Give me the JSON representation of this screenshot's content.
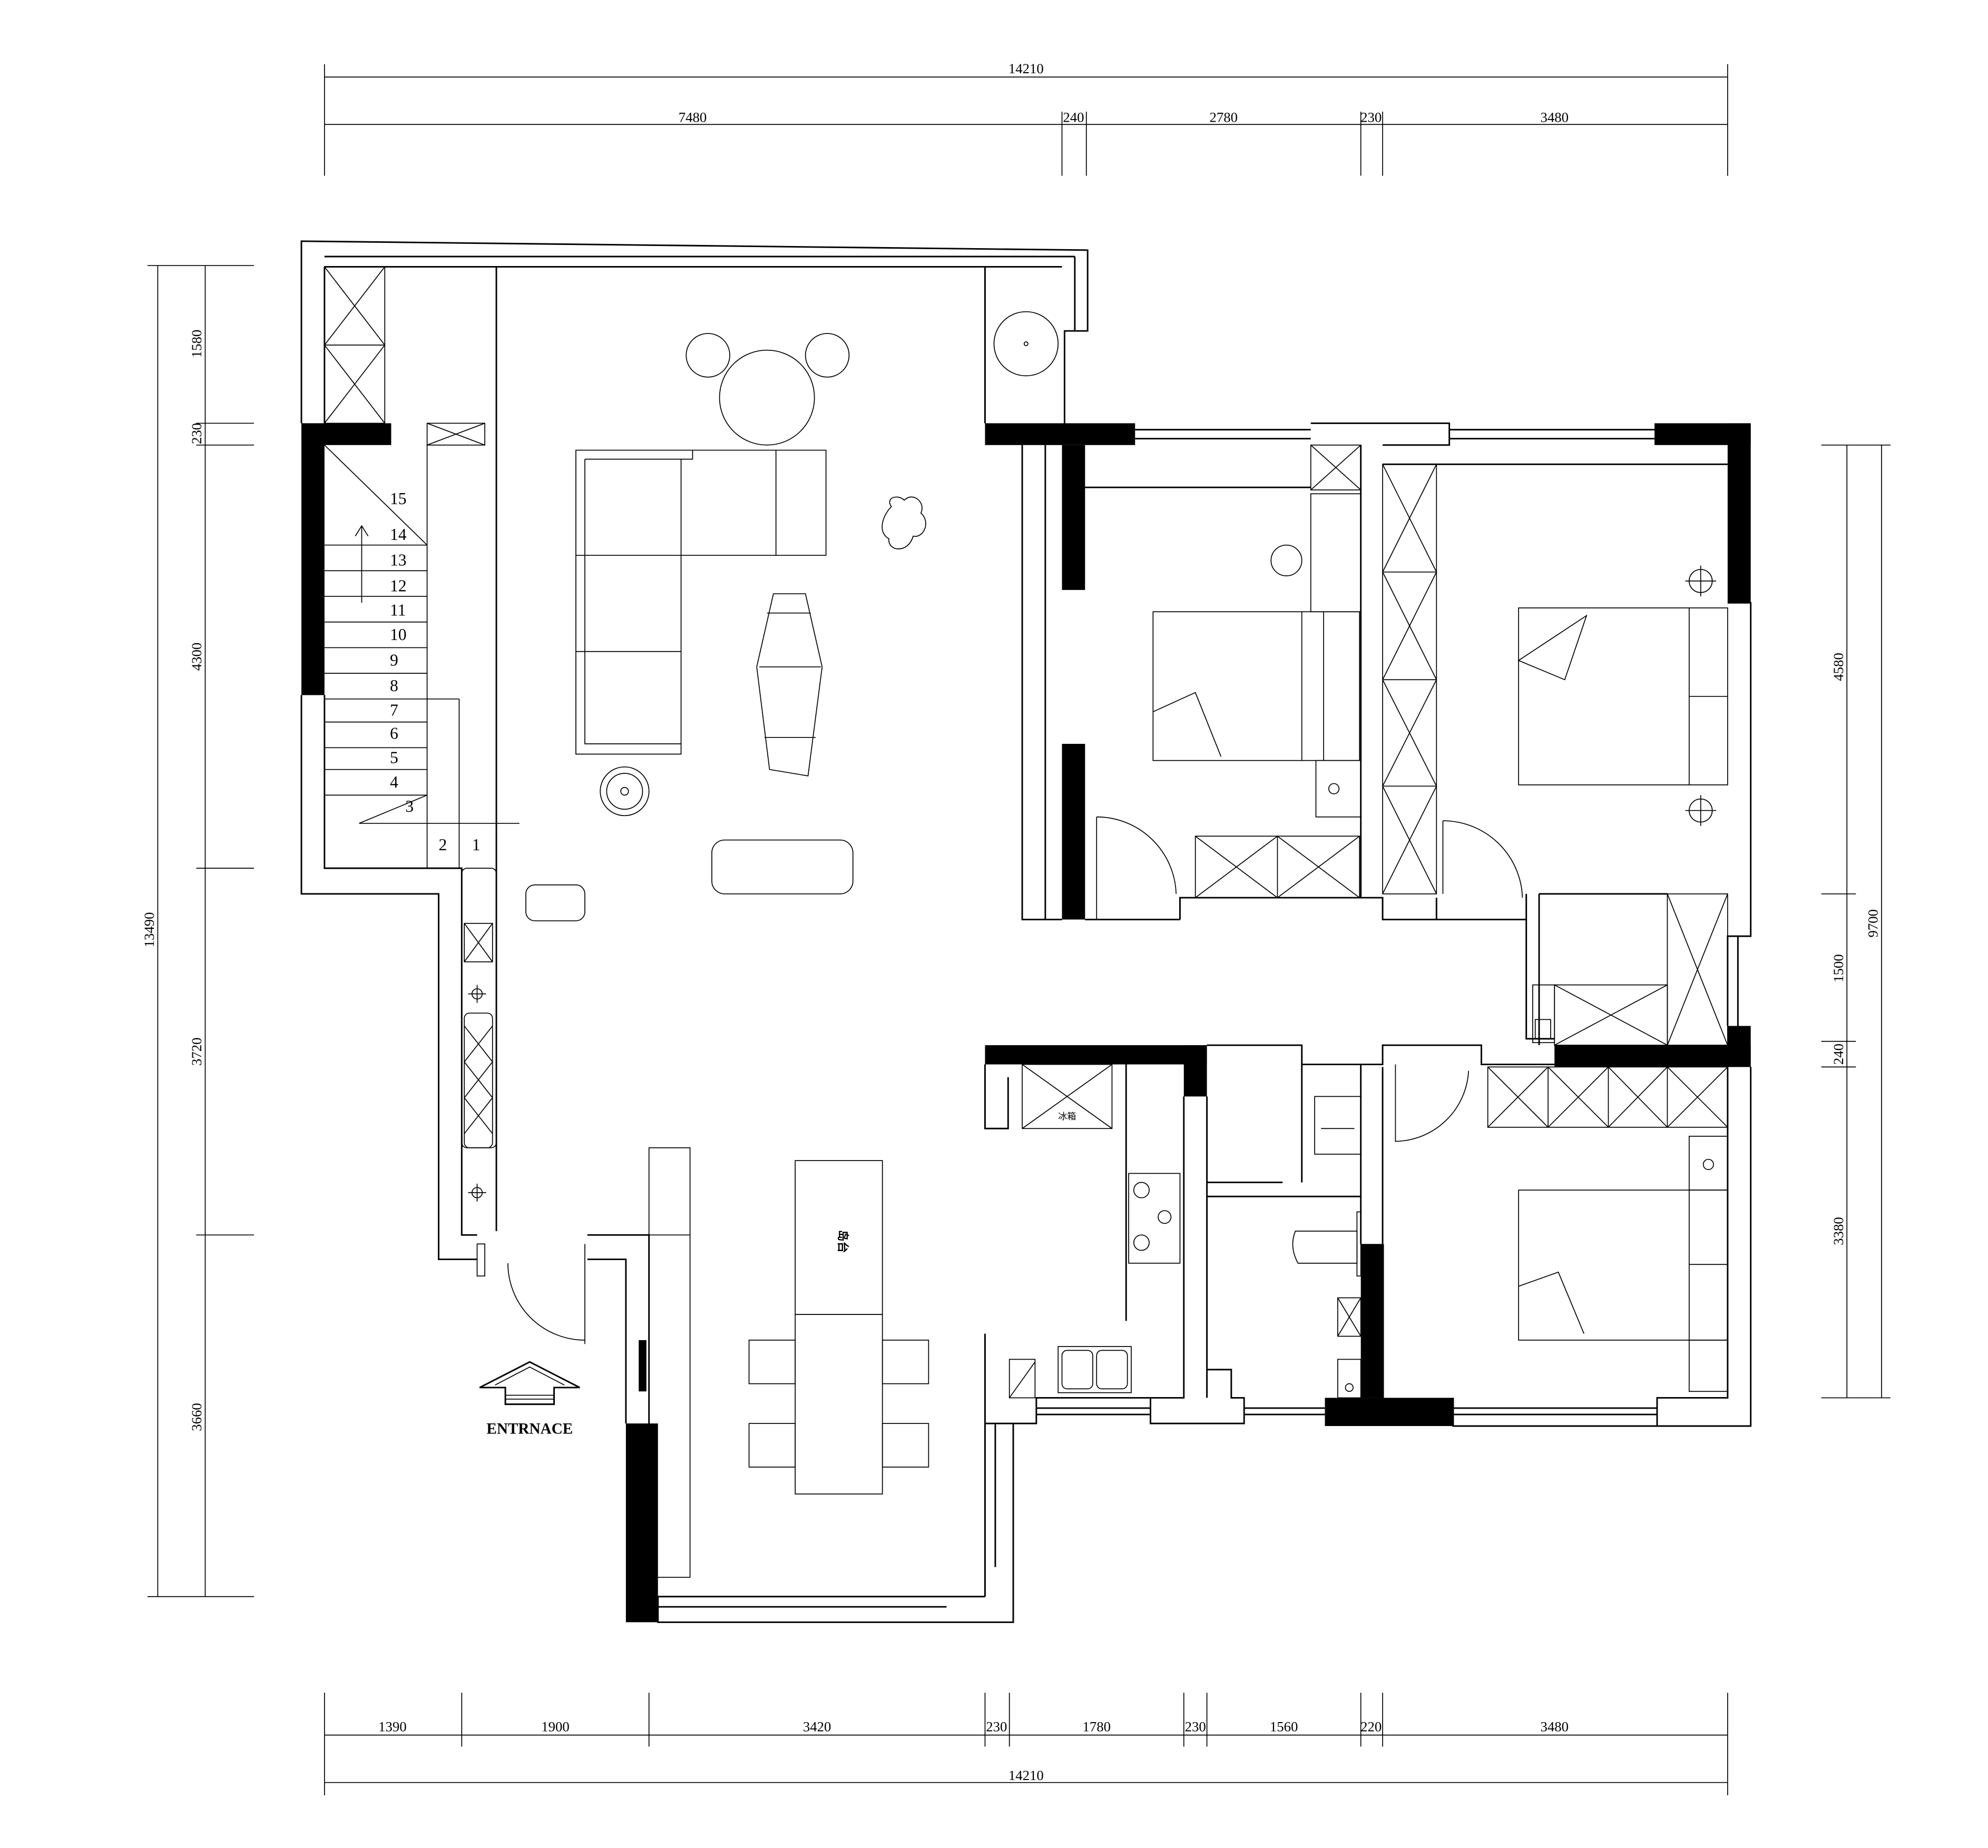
{
  "dimensions": {
    "top_total": "14210",
    "top": [
      "7480",
      "240",
      "2780",
      "230",
      "3480"
    ],
    "left_total": "13490",
    "left": [
      "1580",
      "230",
      "4300",
      "3720",
      "3660"
    ],
    "right_total": "9700",
    "right": [
      "4580",
      "1500",
      "240",
      "3380"
    ],
    "bottom": [
      "1390",
      "1900",
      "3420",
      "230",
      "1780",
      "230",
      "1560",
      "220",
      "3480"
    ],
    "bottom_total": "14210"
  },
  "stairs": {
    "steps": [
      "1",
      "2",
      "3",
      "4",
      "5",
      "6",
      "7",
      "8",
      "9",
      "10",
      "11",
      "12",
      "13",
      "14",
      "15"
    ]
  },
  "labels": {
    "fridge": "冰箱",
    "island": "岛台",
    "entrance": "ENTRNACE"
  }
}
